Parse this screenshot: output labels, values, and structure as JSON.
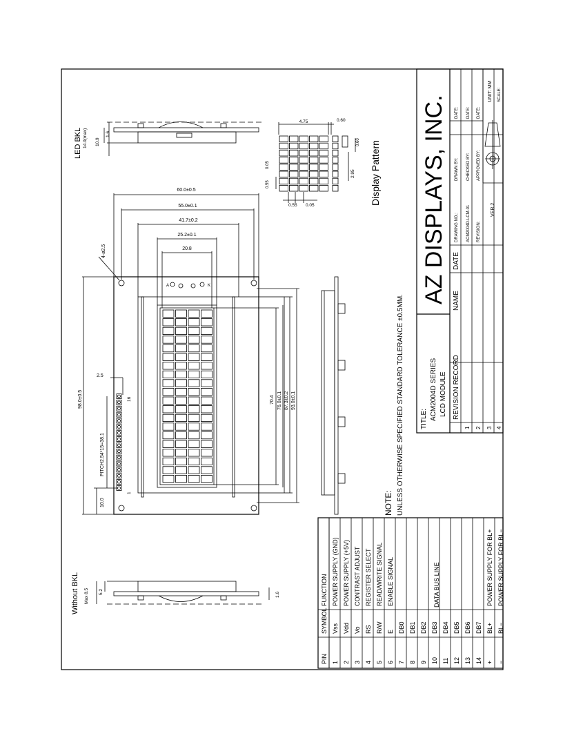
{
  "company": "AZ DISPLAYS, INC.",
  "title_label": "TITLE:",
  "series": "ACM2004D SERIES",
  "module": "LCD MODULE",
  "revision_record": "REVISION RECORD",
  "name_label": "NAME",
  "date_label": "DATE",
  "revision_rows": [
    "1",
    "2",
    "3",
    "4"
  ],
  "block": {
    "drawing_no_label": "DRAWING NO.:",
    "drawing_no": "ACM2004D-LCM-01",
    "revision_label": "REVISION:",
    "ver": "VER.2",
    "drawn_by": "DRAWN BY:",
    "checked_by": "CHECKED BY:",
    "approved_by": "APPROVED BY:",
    "date1": "DATE:",
    "date2": "DATE:",
    "date3": "DATE:",
    "unit": "UNIT:  MM",
    "scale": "SCALE:"
  },
  "note_label": "NOTE:",
  "note_text": "UNLESS OTHERWISE SPECIFIED STANDARD TOLERANCE ±0.5MM.",
  "display_pattern": "Display Pattern",
  "led_bkl": "LED BKL",
  "without_bkl": "Without BKL",
  "dims": {
    "w60": "60.0±0.5",
    "w55": "55.0±0.1",
    "w417": "41.7±0.2",
    "w252": "25.2±0.1",
    "w208": "20.8",
    "hole": "4-ø2.5",
    "l98": "98.0±0.5",
    "l704": "70.4",
    "l760": "76.0±0.1",
    "l873": "87.3±0.2",
    "l930": "93.0±0.1",
    "pitch": "PITCH2.54*15=38.1",
    "d25": "2.5",
    "d100": "10.0",
    "pin16": "16",
    "pin1": "1",
    "t140": "14.0(max)",
    "t109": "10.9",
    "t16": "1.6",
    "t85": "Max 8.5",
    "t52": "5.2",
    "t16b": "1.6",
    "p475": "4.75",
    "p060a": "0.60",
    "p060b": "0.60",
    "p295": "2.95",
    "p055a": "0.55",
    "p005a": "0.05",
    "p055b": "0.55",
    "p005b": "0.05",
    "bl_a": "A",
    "bl_k": "K"
  },
  "pin_table": {
    "headers": [
      "PIN",
      "SYMBOL",
      "FUNCTION"
    ],
    "rows": [
      [
        "1",
        "Vss",
        "POWER SUPPLY (GND)"
      ],
      [
        "2",
        "Vdd",
        "POWER SUPPLY (+5V)"
      ],
      [
        "3",
        "Vo",
        "CONTRAST ADJUST"
      ],
      [
        "4",
        "RS",
        "REGISTER SELECT"
      ],
      [
        "5",
        "R/W",
        "READ/WRITE SIGNAL"
      ],
      [
        "6",
        "E",
        "ENABLE SIGNAL"
      ],
      [
        "7",
        "DB0",
        ""
      ],
      [
        "8",
        "DB1",
        ""
      ],
      [
        "9",
        "DB2",
        ""
      ],
      [
        "10",
        "DB3",
        ""
      ],
      [
        "11",
        "DB4",
        ""
      ],
      [
        "12",
        "DB5",
        ""
      ],
      [
        "13",
        "DB6",
        ""
      ],
      [
        "14",
        "DB7",
        ""
      ],
      [
        "+",
        "BL+",
        "POWER SUPPLY FOR BL+"
      ],
      [
        "−",
        "BL−",
        "POWER SUPPLY FOR BL−"
      ]
    ],
    "data_bus": "DATA BUS LINE"
  }
}
